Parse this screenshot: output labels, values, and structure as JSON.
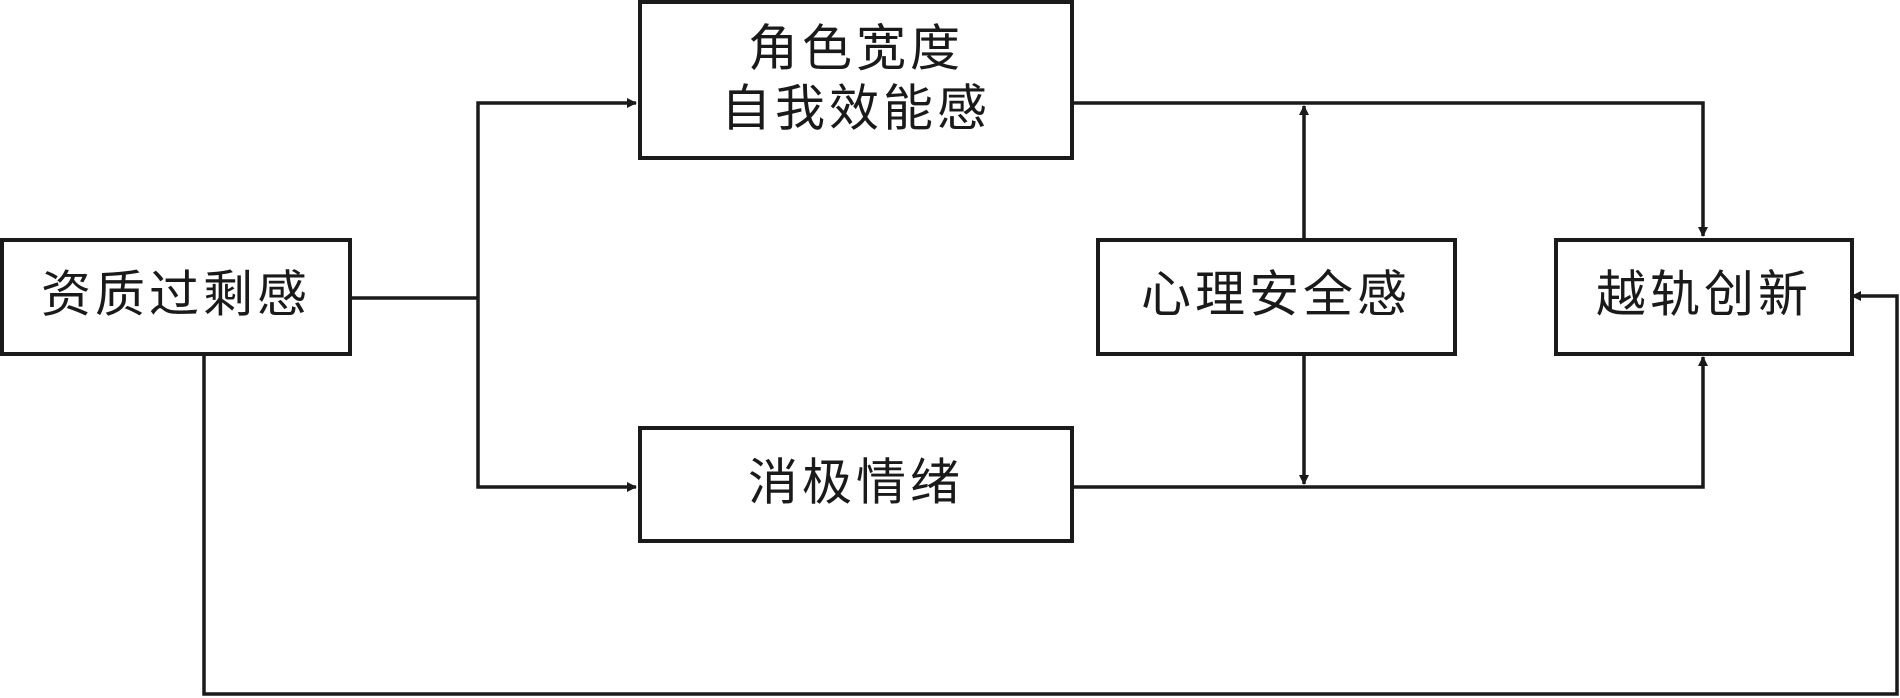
{
  "diagram": {
    "nodes": [
      {
        "id": "overqualification",
        "lines": [
          "资质过剩感"
        ]
      },
      {
        "id": "role_breadth_self_efficacy",
        "lines": [
          "角色宽度",
          "自我效能感"
        ]
      },
      {
        "id": "negative_emotion",
        "lines": [
          "消极情绪"
        ]
      },
      {
        "id": "psychological_safety",
        "lines": [
          "心理安全感"
        ]
      },
      {
        "id": "deviant_innovation",
        "lines": [
          "越轨创新"
        ]
      }
    ],
    "edges": [
      {
        "from": "overqualification",
        "to": "role_breadth_self_efficacy"
      },
      {
        "from": "overqualification",
        "to": "negative_emotion"
      },
      {
        "from": "role_breadth_self_efficacy",
        "to": "deviant_innovation"
      },
      {
        "from": "negative_emotion",
        "to": "deviant_innovation"
      },
      {
        "from": "overqualification",
        "to": "deviant_innovation"
      },
      {
        "from": "psychological_safety",
        "to": "role_breadth_self_efficacy-path"
      },
      {
        "from": "psychological_safety",
        "to": "negative_emotion-path"
      }
    ]
  }
}
